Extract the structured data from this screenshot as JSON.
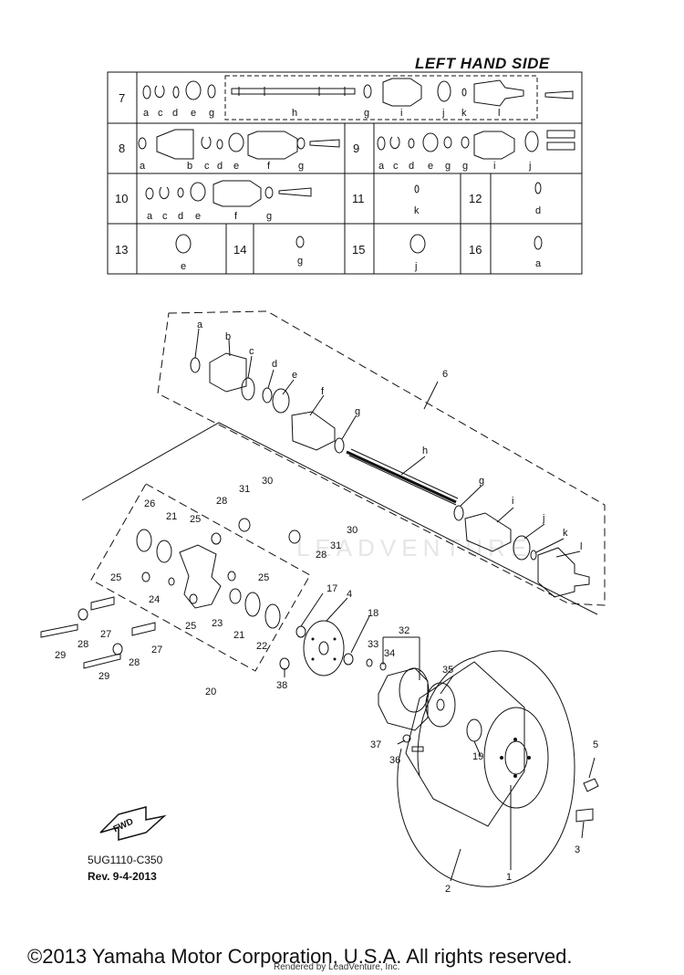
{
  "header": {
    "title": "LEFT HAND SIDE"
  },
  "kit_table": {
    "rows": [
      {
        "num": "7",
        "letters": [
          "a",
          "c",
          "d",
          "e",
          "g",
          "h",
          "g",
          "i",
          "j",
          "k",
          "l"
        ]
      },
      {
        "num": "8",
        "letters": [
          "a",
          "b",
          "c",
          "d",
          "e",
          "f",
          "g"
        ]
      },
      {
        "num": "9",
        "letters": [
          "a",
          "c",
          "d",
          "e",
          "g",
          "g",
          "i",
          "j"
        ]
      },
      {
        "num": "10",
        "letters": [
          "a",
          "c",
          "d",
          "e",
          "f",
          "g"
        ]
      },
      {
        "num": "11",
        "letters": [
          "k"
        ]
      },
      {
        "num": "12",
        "letters": [
          "d"
        ]
      },
      {
        "num": "13",
        "letters": [
          "e"
        ]
      },
      {
        "num": "14",
        "letters": [
          "g"
        ]
      },
      {
        "num": "15",
        "letters": [
          "j"
        ]
      },
      {
        "num": "16",
        "letters": [
          "a"
        ]
      }
    ]
  },
  "callouts": {
    "shaft_letters": [
      "a",
      "b",
      "c",
      "d",
      "e",
      "f",
      "g",
      "h",
      "g",
      "i",
      "j",
      "k",
      "l"
    ],
    "numbers": [
      "6",
      "26",
      "21",
      "25",
      "28",
      "31",
      "30",
      "25",
      "24",
      "25",
      "30",
      "31",
      "28",
      "25",
      "17",
      "4",
      "18",
      "32",
      "33",
      "34",
      "27",
      "23",
      "21",
      "22",
      "29",
      "28",
      "27",
      "29",
      "28",
      "20",
      "38",
      "35",
      "37",
      "36",
      "19",
      "5",
      "3",
      "1",
      "2"
    ]
  },
  "fwd_label": "FWD",
  "doc": {
    "code": "5UG1110-C350",
    "rev": "Rev.  9-4-2013"
  },
  "footer": {
    "copyright": "©2013 Yamaha Motor Corporation, U.S.A. All rights reserved.",
    "rendered_by": "Rendered by LeadVenture, Inc."
  },
  "watermark": "LEADVENTURE"
}
